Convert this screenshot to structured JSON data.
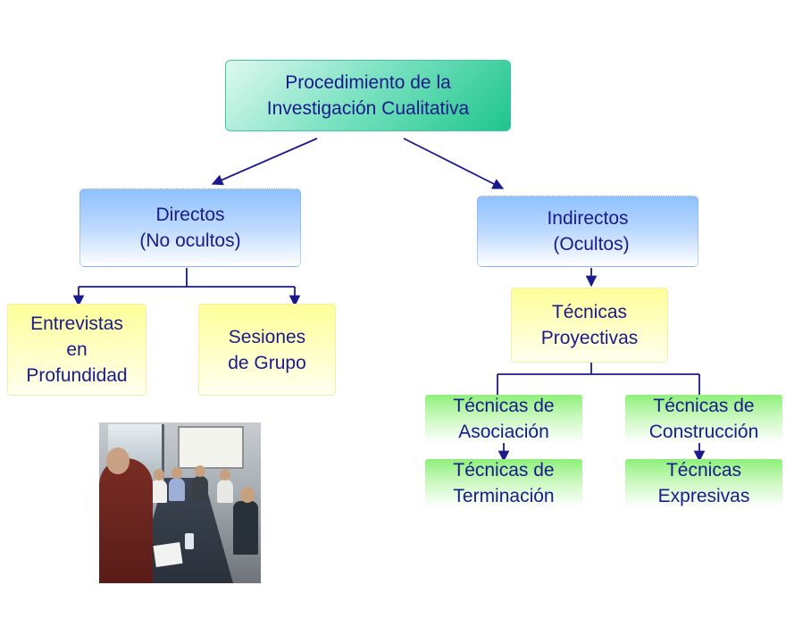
{
  "diagram": {
    "root": {
      "lines": [
        "Procedimiento de la",
        "Investigación Cualitativa"
      ]
    },
    "directos": {
      "lines": [
        "Directos",
        "(No ocultos)"
      ]
    },
    "indirectos": {
      "lines": [
        "Indirectos",
        "(Ocultos)"
      ]
    },
    "entrevistas": {
      "lines": [
        "Entrevistas",
        "en",
        "Profundidad"
      ]
    },
    "sesiones": {
      "lines": [
        "Sesiones",
        "de Grupo"
      ]
    },
    "proyectivas": {
      "lines": [
        "Técnicas",
        "Proyectivas"
      ]
    },
    "asociacion": {
      "lines": [
        "Técnicas de",
        "Asociación"
      ]
    },
    "construccion": {
      "lines": [
        "Técnicas de",
        "Construcción"
      ]
    },
    "terminacion": {
      "lines": [
        "Técnicas de",
        "Terminación"
      ]
    },
    "expresivas": {
      "lines": [
        "Técnicas",
        "Expresivas"
      ]
    }
  },
  "colors": {
    "text": "#1a1a8c",
    "connector": "#1a1a8c",
    "root_fill": "#1fc58c",
    "blue_fill": "#8ec1ff",
    "yellow_fill": "#ffff9a",
    "green_fill": "#8ef07a"
  },
  "photo": {
    "subject": "group-meeting-photo"
  }
}
